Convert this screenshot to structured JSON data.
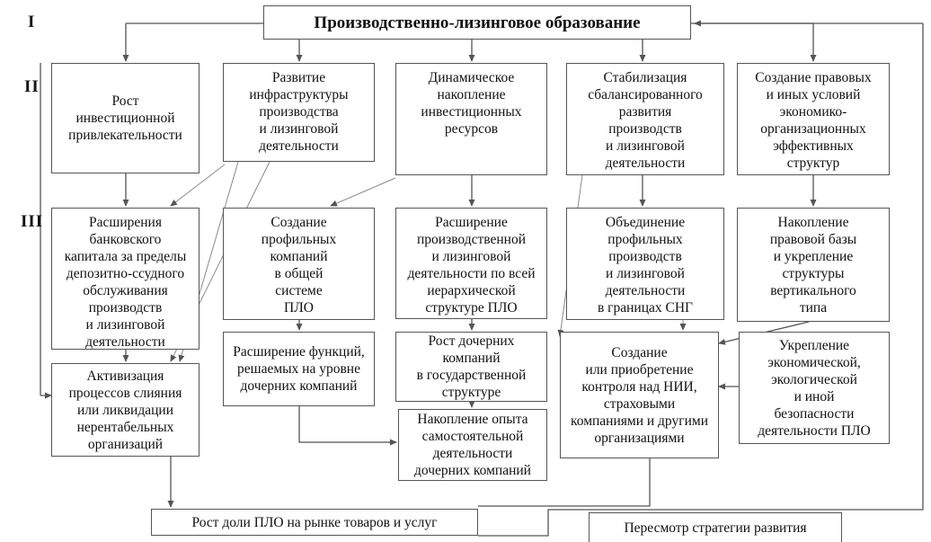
{
  "levels": [
    "I",
    "II",
    "III"
  ],
  "title": "Производственно-лизинговое образование",
  "row2": [
    "Рост\nинвестиционной\nпривлекательности",
    "Развитие\nинфраструктуры\nпроизводства\nи лизинговой\nдеятельности",
    "Динамическое\nнакопление\nинвестиционных\nресурсов",
    "Стабилизация\nсбалансированного\nразвития\nпроизводств\nи лизинговой\nдеятельности",
    "Создание правовых\nи иных условий\nэкономико-\nорганизационных\nэффективных\nструктур"
  ],
  "row3": [
    "Расширения\nбанковского\nкапитала за пределы\nдепозитно-ссудного\nобслуживания\nпроизводств\nи лизинговой\nдеятельности",
    "Создание\nпрофильных\nкомпаний\nв общей\nсистеме\nПЛО",
    "Расширение\nпроизводственной\nи лизинговой\nдеятельности по всей\nиерархической\nструктуре ПЛО",
    "Объединение\nпрофильных\nпроизводств\nи лизинговой\nдеятельности\nв границах СНГ",
    "Накопление\nправовой базы\nи укрепление\nструктуры\nвертикального\nтипа"
  ],
  "lower": {
    "activation": "Активизация\nпроцессов слияния\nили ликвидации\nнерентабельных\nорганизаций",
    "functions": "Расширение функций,\nрешаемых на уровне\nдочерних компаний",
    "subsidiaries": "Рост дочерних\nкомпаний\nв государственной\nструктуре",
    "experience": "Накопление опыта\nсамостоятельной\nдеятельности\nдочерних компаний",
    "control": "Создание\nили приобретение\nконтроля над НИИ,\nстраховыми\nкомпаниями и другими\nорганизациями",
    "security": "Укрепление\nэкономической,\nэкологической\nи иной\nбезопасности\nдеятельности ПЛО"
  },
  "bottom": {
    "market": "Рост доли ПЛО на рынке товаров и услуг",
    "strategy": "Пересмотр стратегии развития"
  }
}
